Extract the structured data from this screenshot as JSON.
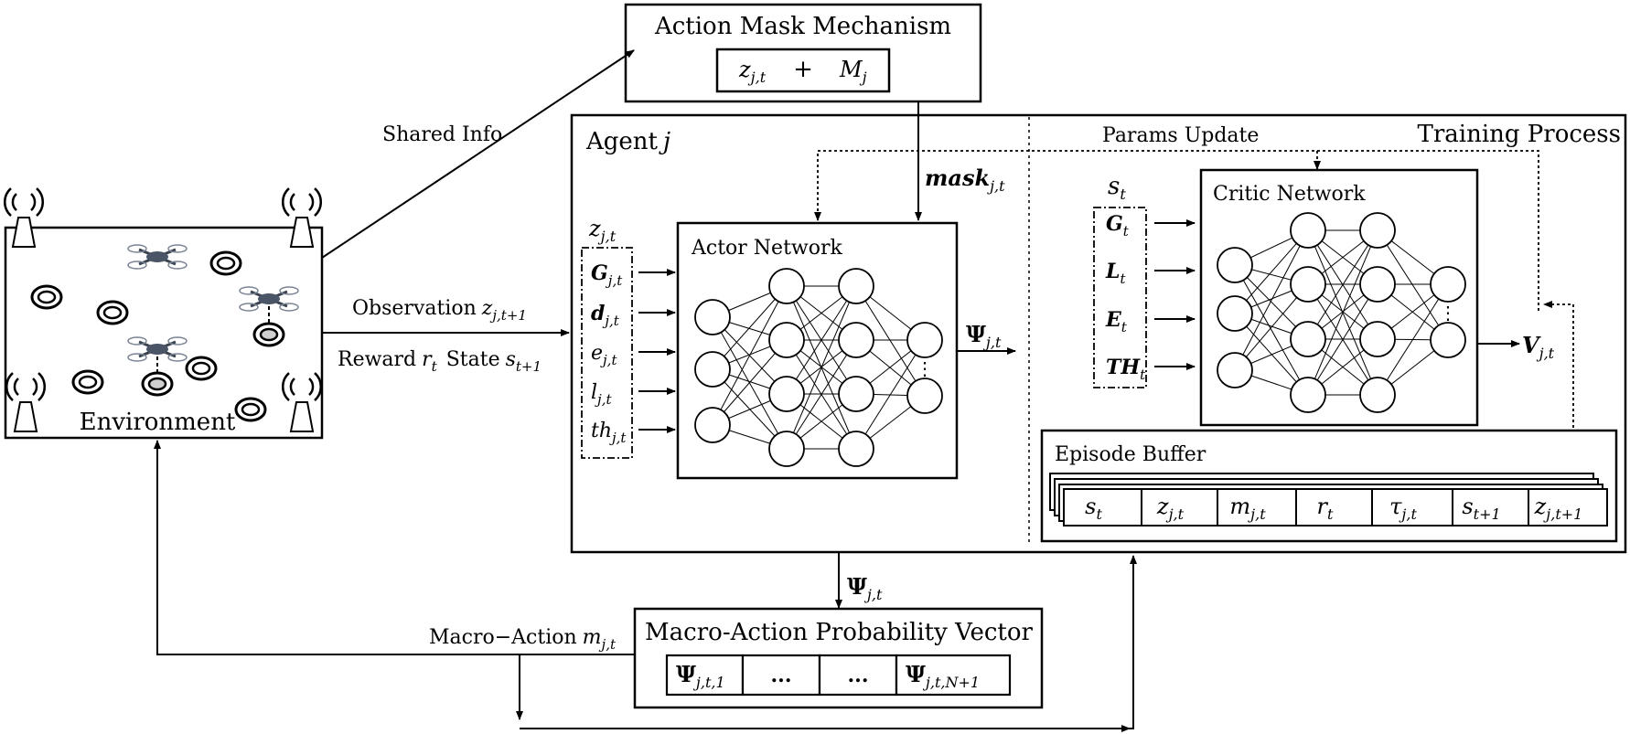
{
  "mask_mechanism": {
    "title": "Action Mask Mechanism",
    "formula_z": "z",
    "formula_z_sub": "j,t",
    "formula_plus": "+",
    "formula_m": "M",
    "formula_m_sub": "j"
  },
  "environment": {
    "label": "Environment"
  },
  "arrows": {
    "shared_info": "Shared Info",
    "observation": "Observation",
    "observation_var": "z",
    "observation_sub": "j,t+1",
    "reward": "Reward",
    "reward_var": "r",
    "reward_sub": "t",
    "state": "State",
    "state_var": "s",
    "state_sub": "t+1",
    "mask_var": "mask",
    "mask_sub": "j,t",
    "params_update": "Params Update",
    "psi_var": "Ψ",
    "psi_sub": "j,t",
    "v_var": "V",
    "v_sub": "j,t",
    "macro_action": "Macro−Action",
    "macro_action_var": "m",
    "macro_action_sub": "j,t"
  },
  "agent": {
    "title": "Agent",
    "title_var": "j",
    "inputs_head": "z",
    "inputs_head_sub": "j,t",
    "inputs": [
      {
        "var": "G",
        "sub": "j,t",
        "bold": true
      },
      {
        "var": "d",
        "sub": "j,t",
        "bold": true
      },
      {
        "var": "e",
        "sub": "j,t",
        "bold": false
      },
      {
        "var": "l",
        "sub": "j,t",
        "bold": false
      },
      {
        "var": "th",
        "sub": "j,t",
        "bold": false
      }
    ],
    "actor_title": "Actor Network"
  },
  "training": {
    "title": "Training Process",
    "state_head": "s",
    "state_head_sub": "t",
    "inputs": [
      {
        "var": "G",
        "sub": "t"
      },
      {
        "var": "L",
        "sub": "t"
      },
      {
        "var": "E",
        "sub": "t"
      },
      {
        "var": "TH",
        "sub": "t"
      }
    ],
    "critic_title": "Critic Network"
  },
  "episode_buffer": {
    "title": "Episode Buffer",
    "cells": [
      {
        "var": "s",
        "sub": "t"
      },
      {
        "var": "z",
        "sub": "j,t"
      },
      {
        "var": "m",
        "sub": "j,t"
      },
      {
        "var": "r",
        "sub": "t"
      },
      {
        "var": "τ",
        "sub": "j,t"
      },
      {
        "var": "s",
        "sub": "t+1"
      },
      {
        "var": "z",
        "sub": "j,t+1"
      }
    ]
  },
  "probability_vector": {
    "title": "Macro-Action Probability Vector",
    "cells": [
      {
        "var": "Ψ",
        "sub": "j,t,1"
      },
      {
        "var": "...",
        "sub": ""
      },
      {
        "var": "...",
        "sub": ""
      },
      {
        "var": "Ψ",
        "sub": "j,t,N+1"
      }
    ]
  },
  "icons": {
    "antenna": "antenna-icon",
    "drone": "drone-icon",
    "target": "target-icon"
  }
}
